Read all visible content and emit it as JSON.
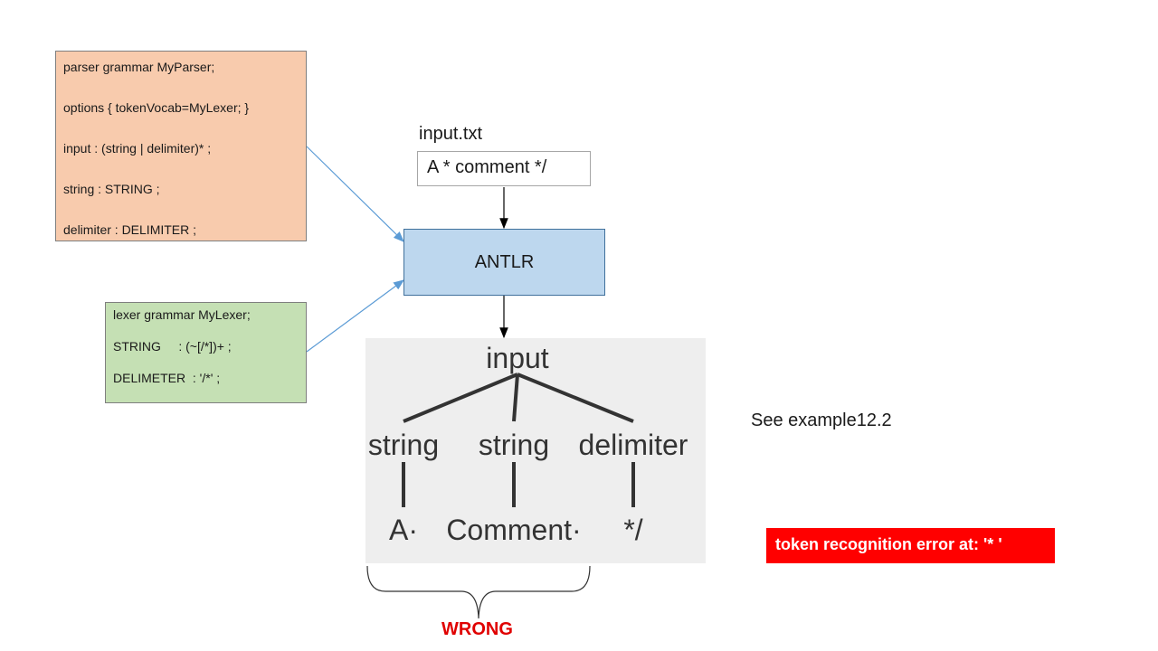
{
  "parser_grammar": {
    "lines": [
      "parser grammar MyParser;",
      "options { tokenVocab=MyLexer; }",
      "input : (string | delimiter)* ;",
      "string : STRING ;",
      "delimiter : DELIMITER ;"
    ]
  },
  "lexer_grammar": {
    "lines": [
      "lexer grammar MyLexer;",
      "STRING     : (~[/*])+ ;",
      "DELIMETER  : '/*' ;"
    ]
  },
  "input_file": {
    "label": "input.txt",
    "content": "A * comment */"
  },
  "antlr": {
    "label": "ANTLR"
  },
  "parse_tree": {
    "root": "input",
    "rules": [
      "string",
      "string",
      "delimiter"
    ],
    "tokens": [
      "A·",
      "Comment·",
      "*/"
    ]
  },
  "note": "See example12.2",
  "error": "token recognition error at: '* '",
  "verdict": "WRONG",
  "colors": {
    "parser_box": "#f8cbad",
    "lexer_box": "#c5e0b4",
    "antlr_box": "#bdd7ee",
    "error_bg": "#ff0000",
    "wrong_text": "#e00000",
    "connector": "#5b9bd5"
  }
}
